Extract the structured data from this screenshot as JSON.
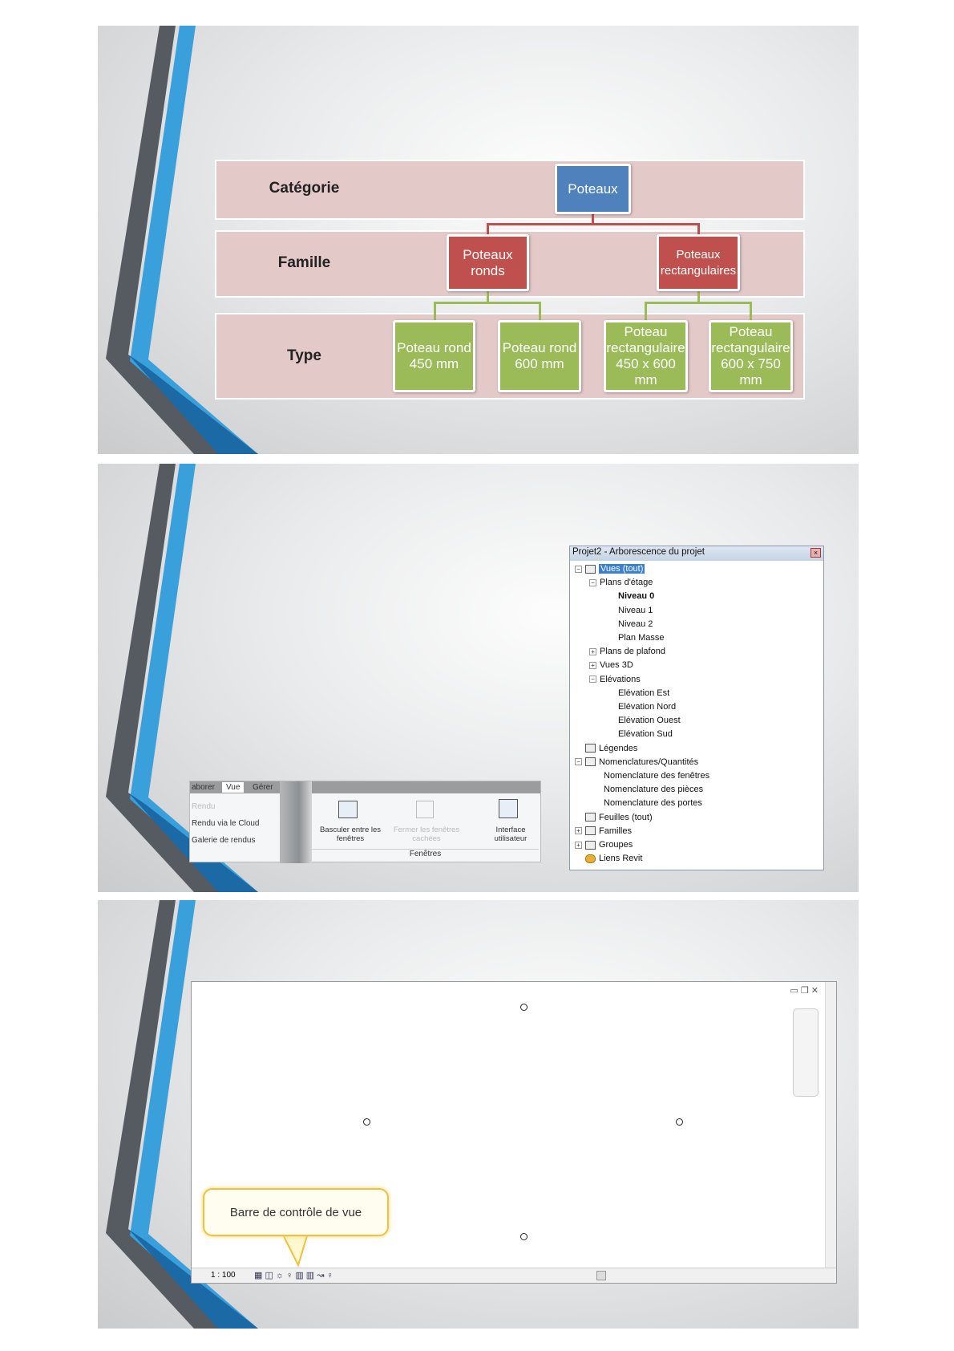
{
  "slide1": {
    "rows": [
      "Catégorie",
      "Famille",
      "Type"
    ],
    "category": "Poteaux",
    "families": [
      "Poteaux ronds",
      "Poteaux rectangulaires"
    ],
    "types": [
      "Poteau rond 450 mm",
      "Poteau rond 600 mm",
      "Poteau rectangulaire 450 x 600 mm",
      "Poteau rectangulaire 600 x 750 mm"
    ],
    "colors": {
      "category": "#4f81bd",
      "family": "#c0504d",
      "type": "#9bbb59",
      "row": "#e4c9c9"
    }
  },
  "slide2": {
    "ribbon": {
      "tabs": [
        "aborer",
        "Vue",
        "Gérer"
      ],
      "left_items": [
        "Rendu",
        "Rendu via le Cloud",
        "Galerie de rendus"
      ],
      "buttons": [
        "Basculer entre les fenêtres",
        "Fermer les fenêtres cachées",
        "Interface utilisateur"
      ],
      "panel": "Fenêtres"
    },
    "browser": {
      "title": "Projet2 - Arborescence du projet",
      "items": [
        {
          "label": "Vues (tout)",
          "level": 0,
          "exp": "-"
        },
        {
          "label": "Plans d'étage",
          "level": 1,
          "exp": "-"
        },
        {
          "label": "Niveau 0",
          "level": 2,
          "bold": true
        },
        {
          "label": "Niveau 1",
          "level": 2
        },
        {
          "label": "Niveau 2",
          "level": 2
        },
        {
          "label": "Plan Masse",
          "level": 2
        },
        {
          "label": "Plans de plafond",
          "level": 1,
          "exp": "+"
        },
        {
          "label": "Vues 3D",
          "level": 1,
          "exp": "+"
        },
        {
          "label": "Elévations",
          "level": 1,
          "exp": "-"
        },
        {
          "label": "Elévation Est",
          "level": 2
        },
        {
          "label": "Elévation Nord",
          "level": 2
        },
        {
          "label": "Elévation Ouest",
          "level": 2
        },
        {
          "label": "Elévation Sud",
          "level": 2
        },
        {
          "label": "Légendes",
          "level": 0,
          "icon": true
        },
        {
          "label": "Nomenclatures/Quantités",
          "level": 0,
          "exp": "-",
          "icon": true
        },
        {
          "label": "Nomenclature des fenêtres",
          "level": 1
        },
        {
          "label": "Nomenclature des pièces",
          "level": 1
        },
        {
          "label": "Nomenclature des portes",
          "level": 1
        },
        {
          "label": "Feuilles (tout)",
          "level": 0,
          "icon": true
        },
        {
          "label": "Familles",
          "level": 0,
          "exp": "+",
          "icon": true
        },
        {
          "label": "Groupes",
          "level": 0,
          "exp": "+",
          "icon": true
        },
        {
          "label": "Liens Revit",
          "level": 0,
          "icon": true
        }
      ]
    }
  },
  "slide3": {
    "callout": "Barre de contrôle de vue",
    "scale": "1 : 100"
  }
}
